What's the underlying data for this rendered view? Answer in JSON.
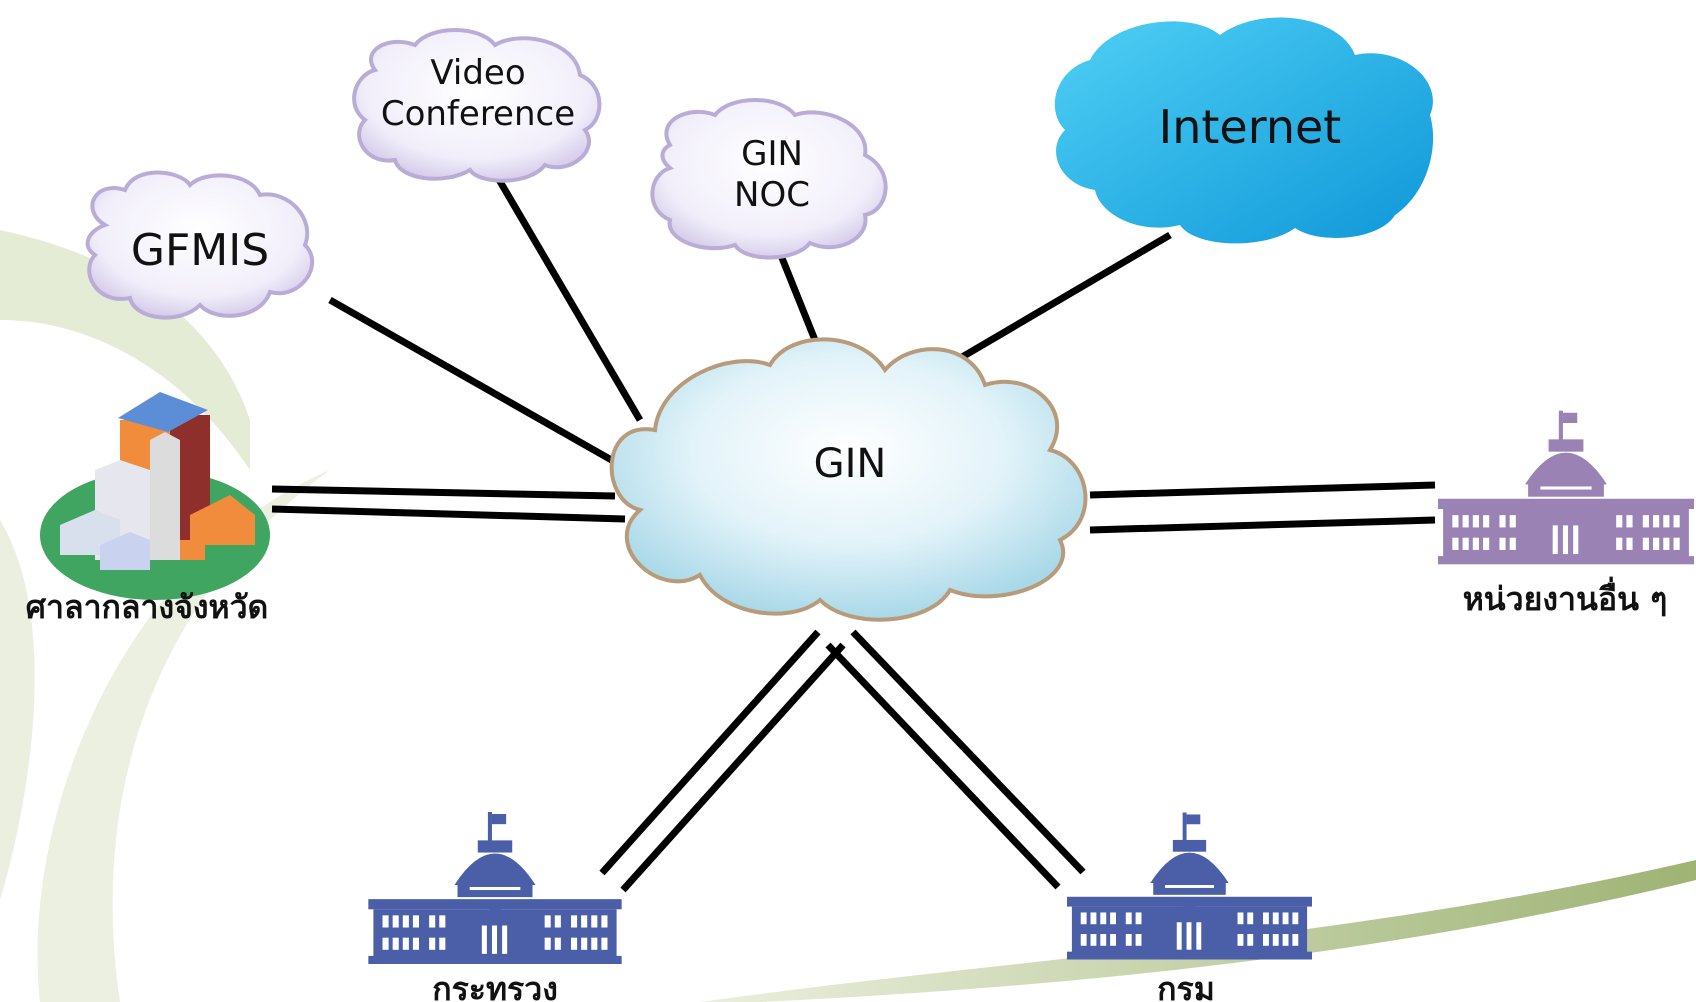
{
  "nodes": {
    "gin": "GIN",
    "gfmis": "GFMIS",
    "video_conference": [
      "Video",
      "Conference"
    ],
    "gin_noc": [
      "GIN",
      "NOC"
    ],
    "internet": "Internet",
    "provincial_hall": "ศาลากลางจังหวัด",
    "other_agencies": "หน่วยงานอื่น ๆ",
    "ministry": "กระทรวง",
    "department": "กรม"
  },
  "colors": {
    "gin_cloud": "#d6eef6",
    "small_cloud": "#f4f1fb",
    "internet_cloud": "#25b2e6",
    "ministry_building": "#4a5fa8",
    "other_building": "#9a82b4",
    "background_arc": "#c9d6a7"
  },
  "icons": {
    "provincial_hall": "town-hall-icon",
    "government_building": "government-building-icon"
  }
}
